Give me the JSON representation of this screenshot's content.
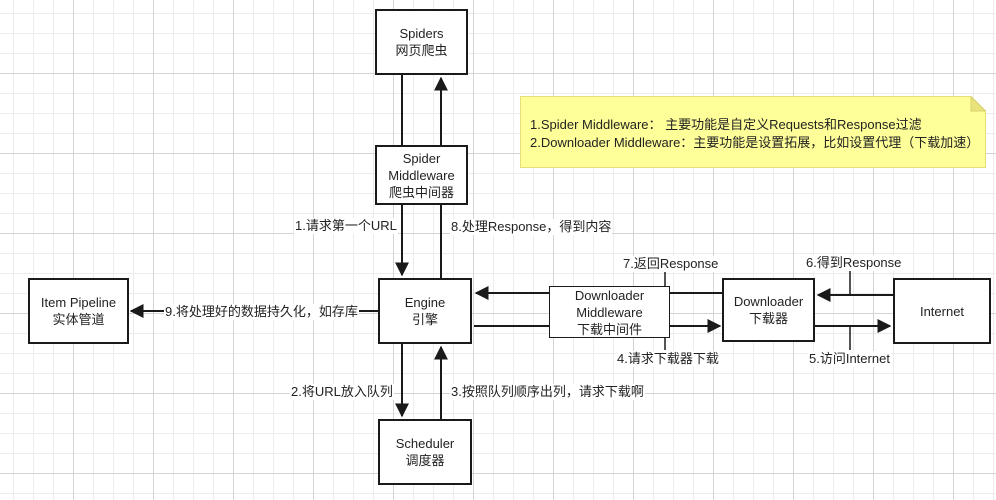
{
  "nodes": {
    "spiders": {
      "line1": "Spiders",
      "line2": "网页爬虫"
    },
    "spider_middleware": {
      "line1": "Spider",
      "line2": "Middleware",
      "line3": "爬虫中间器"
    },
    "engine": {
      "line1": "Engine",
      "line2": "引擎"
    },
    "scheduler": {
      "line1": "Scheduler",
      "line2": "调度器"
    },
    "item_pipeline": {
      "line1": "Item Pipeline",
      "line2": "实体管道"
    },
    "downloader_middleware": {
      "line1": "Downloader",
      "line2": "Middleware",
      "line3": "下载中间件"
    },
    "downloader": {
      "line1": "Downloader",
      "line2": "下载器"
    },
    "internet": {
      "line1": "Internet"
    }
  },
  "edges": {
    "step1": "1.请求第一个URL",
    "step2": "2.将URL放入队列",
    "step3": "3.按照队列顺序出列，请求下载啊",
    "step4": "4.请求下载器下载",
    "step5": "5.访问Internet",
    "step6": "6.得到Response",
    "step7": "7.返回Response",
    "step8": "8.处理Response，得到内容",
    "step9": "9.将处理好的数据持久化，如存库"
  },
  "note": {
    "line1": "1.Spider Middleware： 主要功能是自定义Requests和Response过滤",
    "line2": "2.Downloader Middleware：主要功能是设置拓展，比如设置代理（下载加速）"
  },
  "colors": {
    "note_fill": "#ffff99",
    "note_border": "#e6df7a",
    "stroke": "#1a1a1a"
  }
}
